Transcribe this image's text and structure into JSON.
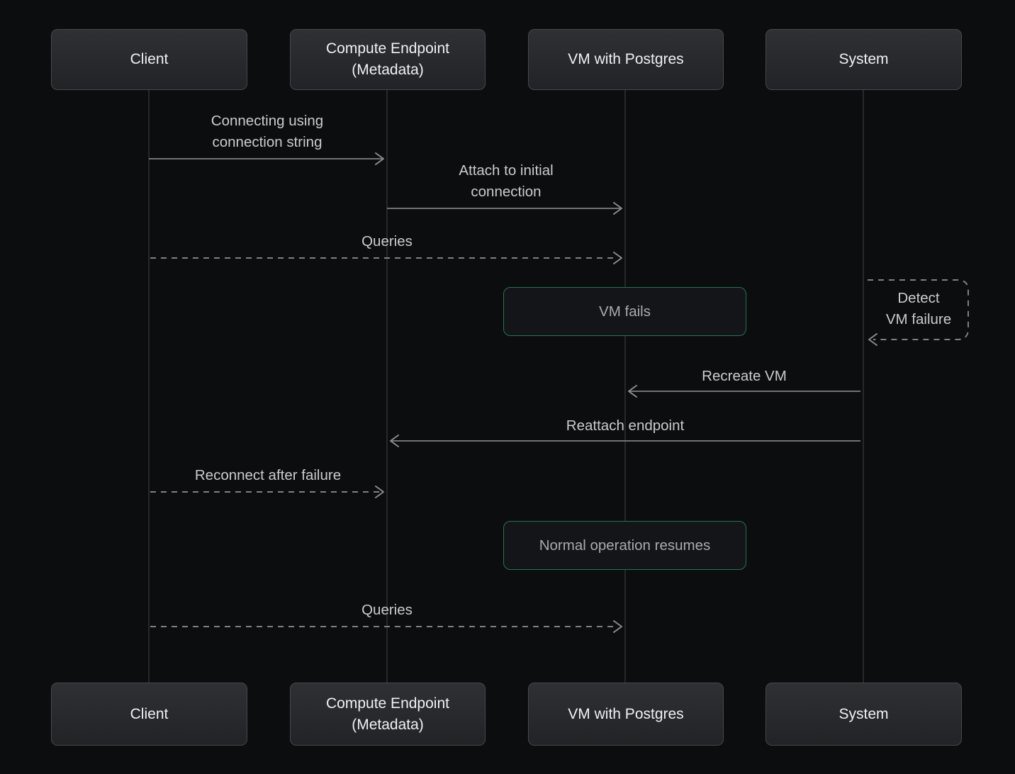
{
  "diagram": {
    "type": "sequence",
    "colors": {
      "background": "#0c0d0e",
      "actor_fill_top": "#2e3034",
      "actor_fill_bottom": "#212326",
      "actor_border": "#45484d",
      "actor_text": "#f0f1f3",
      "lifeline": "#27282b",
      "arrow_line": "#7e8084",
      "message_text": "#c9cbce",
      "note_border_green": "#27734f",
      "note_fill": "#131518",
      "note_text": "#a8aaae"
    }
  },
  "actors": [
    {
      "id": "client",
      "label": "Client"
    },
    {
      "id": "compute-endpoint",
      "label": "Compute Endpoint\n(Metadata)"
    },
    {
      "id": "vm-with-postgres",
      "label": "VM with Postgres"
    },
    {
      "id": "system",
      "label": "System"
    }
  ],
  "messages": {
    "connecting": {
      "label": "Connecting using\nconnection string",
      "from": "Client",
      "to": "Compute Endpoint (Metadata)",
      "line": "solid",
      "direction": "right"
    },
    "attach": {
      "label": "Attach to initial\nconnection",
      "from": "Compute Endpoint (Metadata)",
      "to": "VM with Postgres",
      "line": "solid",
      "direction": "right"
    },
    "queries_initial": {
      "label": "Queries",
      "from": "Client",
      "to": "VM with Postgres",
      "line": "dashed",
      "direction": "right"
    },
    "detect_failure": {
      "label": "Detect\nVM failure",
      "from": "System",
      "to": "System",
      "line": "dashed",
      "direction": "self"
    },
    "recreate_vm": {
      "label": "Recreate VM",
      "from": "System",
      "to": "VM with Postgres",
      "line": "solid",
      "direction": "left"
    },
    "reattach_endpoint": {
      "label": "Reattach endpoint",
      "from": "System",
      "to": "Compute Endpoint (Metadata)",
      "line": "solid",
      "direction": "left"
    },
    "reconnect": {
      "label": "Reconnect after failure",
      "from": "Client",
      "to": "Compute Endpoint (Metadata)",
      "line": "dashed",
      "direction": "right"
    },
    "queries_resumed": {
      "label": "Queries",
      "from": "Client",
      "to": "VM with Postgres",
      "line": "dashed",
      "direction": "right"
    }
  },
  "notes": {
    "vm_fails": {
      "label": "VM fails",
      "over": "VM with Postgres"
    },
    "normal_operation": {
      "label": "Normal operation resumes",
      "over": "VM with Postgres"
    }
  }
}
